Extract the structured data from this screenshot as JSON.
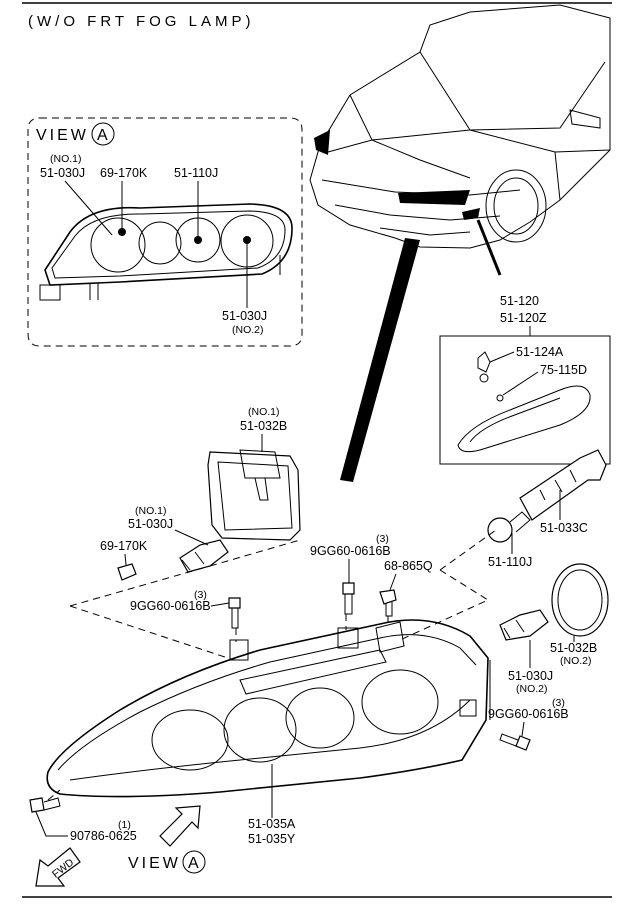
{
  "header": {
    "title": "(W/O FRT FOG LAMP)"
  },
  "view_inset": {
    "title": "VIEW",
    "marker": "A",
    "labels": {
      "no1_qualifier": "(NO.1)",
      "no1_part": "51-030J",
      "socket_part": "69-170K",
      "center_part": "51-110J",
      "no2_part": "51-030J",
      "no2_qualifier": "(NO.2)"
    }
  },
  "side_marker_box": {
    "part_a": "51-120",
    "part_b": "51-120Z",
    "bulb": "51-124A",
    "screw": "75-115D"
  },
  "callouts": {
    "cap_no1_qualifier": "(NO.1)",
    "cap_no1_part": "51-032B",
    "bulb_no1_qualifier": "(NO.1)",
    "bulb_no1_part": "51-030J",
    "small_bulb": "69-170K",
    "bolt_left_qty": "(3)",
    "bolt_left_part": "9GG60-0616B",
    "bolt_center_qty": "(3)",
    "bolt_center_part": "9GG60-0616B",
    "clip_part": "68-865Q",
    "socket_bulb": "51-033C",
    "center_bulb": "51-110J",
    "cap_no2_part": "51-032B",
    "cap_no2_qualifier": "(NO.2)",
    "bulb_no2_part": "51-030J",
    "bulb_no2_qualifier": "(NO.2)",
    "bolt_right_qty": "(3)",
    "bolt_right_part": "9GG60-0616B",
    "screw_qty": "(1)",
    "screw_part": "90786-0625",
    "assy_part_a": "51-035A",
    "assy_part_b": "51-035Y"
  },
  "footer": {
    "view_label": "VIEW",
    "view_marker": "A",
    "fwd_label": "FWD"
  }
}
